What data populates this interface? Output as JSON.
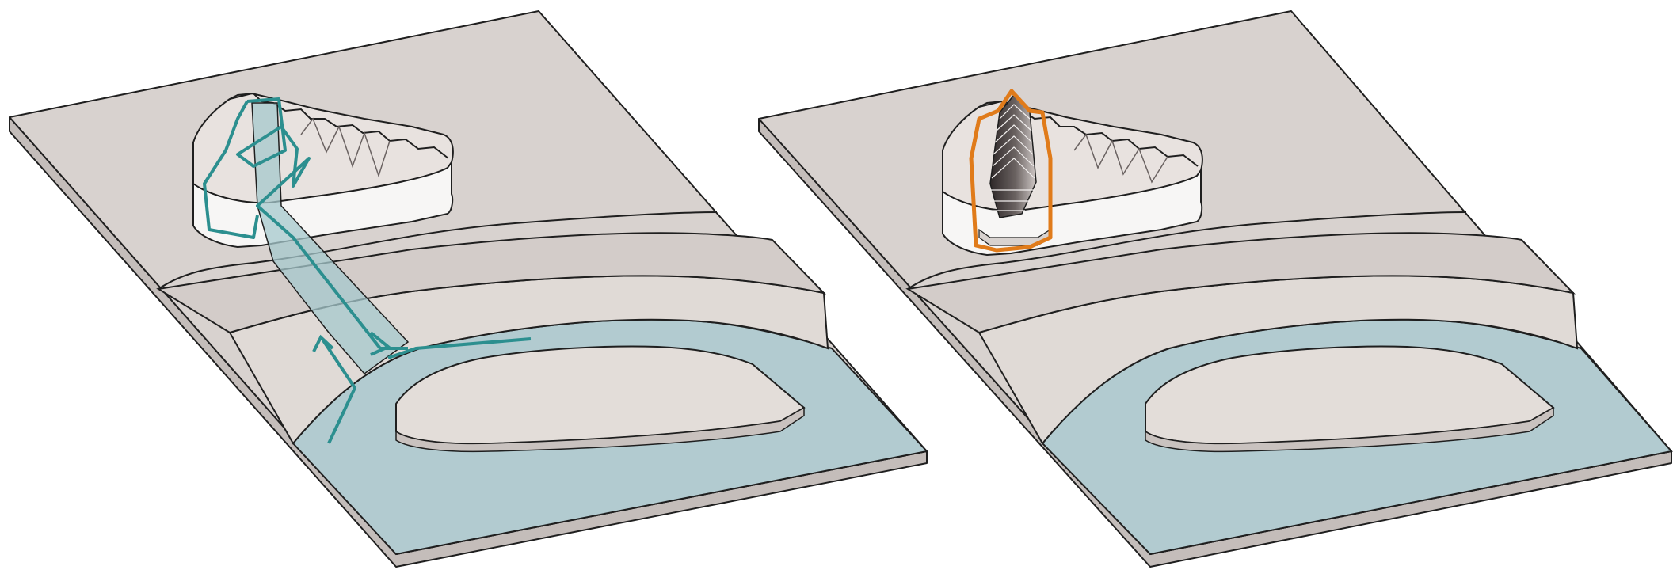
{
  "figure": {
    "panels": [
      {
        "id": "left",
        "highlight": "circulation-path"
      },
      {
        "id": "right",
        "highlight": "building-section"
      }
    ]
  },
  "colors": {
    "background": "#ffffff",
    "ground": "#d8d2cf",
    "ground_edge": "#c9c2bf",
    "terrace": "#e2dcd8",
    "water": "#b2cbd0",
    "building_side": "#f7f6f5",
    "building_roof": "#e8e2df",
    "outline": "#1f1f1f",
    "path_teal": "#2c8f8f",
    "corridor": "#a5c8cc",
    "section_orange": "#e07b1a",
    "section_dark": "#3a3433"
  }
}
